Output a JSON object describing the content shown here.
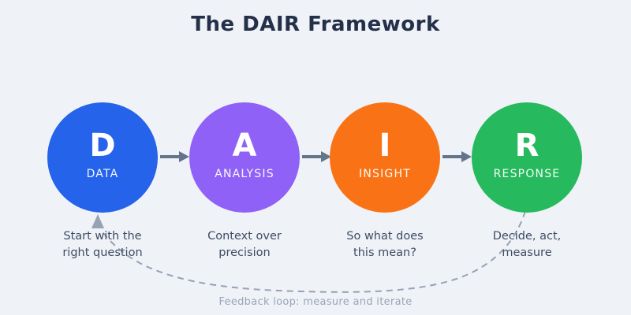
{
  "title": "The DAIR Framework",
  "colors": {
    "background": "#eff2f7",
    "title": "#24304a",
    "arrow": "#64748b",
    "loop": "#97a2b4",
    "loop_label": "#9aa5ba",
    "caption": "#3e4c63",
    "circle_text": "#ffffff"
  },
  "steps": [
    {
      "letter": "D",
      "label": "DATA",
      "color": "#2563eb",
      "caption_line1": "Start with the",
      "caption_line2": "right question"
    },
    {
      "letter": "A",
      "label": "ANALYSIS",
      "color": "#9061f6",
      "caption_line1": "Context over",
      "caption_line2": "precision"
    },
    {
      "letter": "I",
      "label": "INSIGHT",
      "color": "#f97316",
      "caption_line1": "So what does",
      "caption_line2": "this mean?"
    },
    {
      "letter": "R",
      "label": "RESPONSE",
      "color": "#26b95d",
      "caption_line1": "Decide, act,",
      "caption_line2": "measure"
    }
  ],
  "feedback": {
    "label": "Feedback loop: measure and iterate"
  }
}
